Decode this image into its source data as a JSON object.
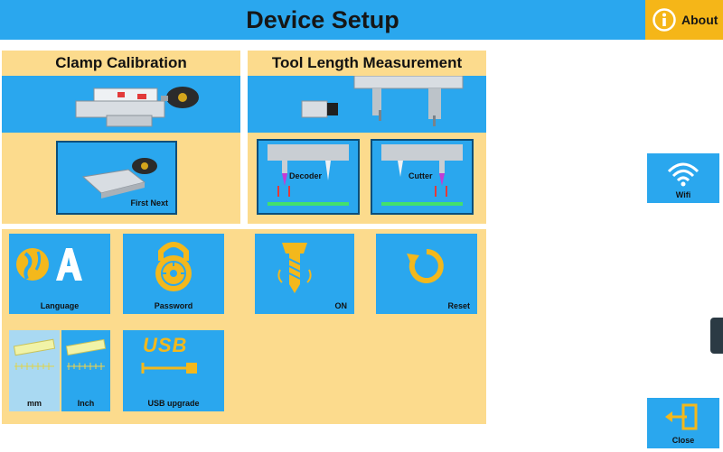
{
  "header": {
    "title": "Device Setup",
    "about_label": "About"
  },
  "clamp": {
    "title": "Clamp Calibration",
    "first_next_label": "First Next"
  },
  "tool": {
    "title": "Tool Length Measurement",
    "decoder_label": "Decoder",
    "cutter_label": "Cutter"
  },
  "tiles": {
    "language": "Language",
    "password": "Password",
    "on": "ON",
    "reset": "Reset",
    "mm": "mm",
    "inch": "Inch",
    "usb": "USB upgrade",
    "usb_logo": "USB"
  },
  "side": {
    "wifi": "Wifi",
    "close": "Close"
  },
  "colors": {
    "accent_blue": "#2aa7ee",
    "panel_yellow": "#fcdb8d",
    "about_orange": "#f5b618"
  },
  "icons": [
    "info-icon",
    "globe-letter-icon",
    "combination-lock-icon",
    "drill-bit-icon",
    "reset-arrow-icon",
    "ruler-icon",
    "usb-icon",
    "wifi-icon",
    "exit-door-icon"
  ]
}
